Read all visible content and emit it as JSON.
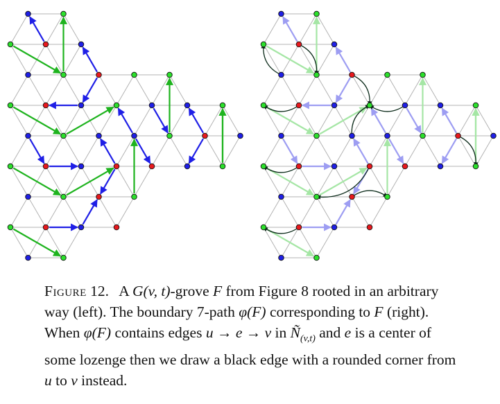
{
  "figure": {
    "colors": {
      "lattice": "#b3b3b3",
      "red_vertex": "#e8191e",
      "blue_vertex": "#1f1fe6",
      "green_vertex": "#2be02b",
      "blue_edge": "#1f1fe6",
      "green_edge": "#1eb31e",
      "light_blue_edge": "#9d9df2",
      "light_green_edge": "#a5e6a5",
      "dark_edge": "#0c2b1a"
    }
  },
  "caption": {
    "label": "Figure",
    "number": "12.",
    "t1": "A ",
    "m1": "G(v, t)",
    "t2": "-grove ",
    "m2": "F",
    "t3": " from Figure 8 rooted in an arbitrary way (left). The boundary 7-path ",
    "m3": "φ(F)",
    "t4": " corresponding to ",
    "m4": "F",
    "t5": " (right). When ",
    "m5": "φ(F)",
    "t6": " contains edges ",
    "m6": "u → e → v",
    "t7": " in ",
    "m7": "Ñ",
    "m7sub": "(v,t)",
    "t8": " and ",
    "m8": "e",
    "t9": " is a center of some lozenge then we draw a black edge with a rounded corner from ",
    "m9": "u",
    "t10": " to ",
    "m10": "v",
    "t11": " instead."
  }
}
